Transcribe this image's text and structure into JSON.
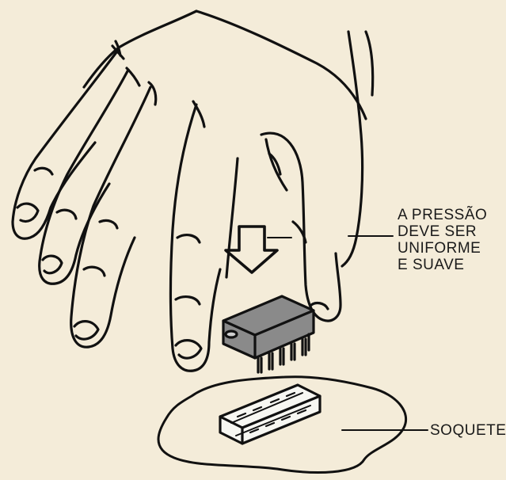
{
  "labels": {
    "pressure": {
      "lines": [
        "A PRESSÃO",
        "DEVE  SER",
        "UNIFORME",
        "E   SUAVE"
      ]
    },
    "socket": "SOQUETE"
  },
  "colors": {
    "background": "#f4ecd9",
    "ink": "#111111",
    "chip_fill": "#8a8a8a",
    "socket_fill": "#f7f7f2"
  }
}
